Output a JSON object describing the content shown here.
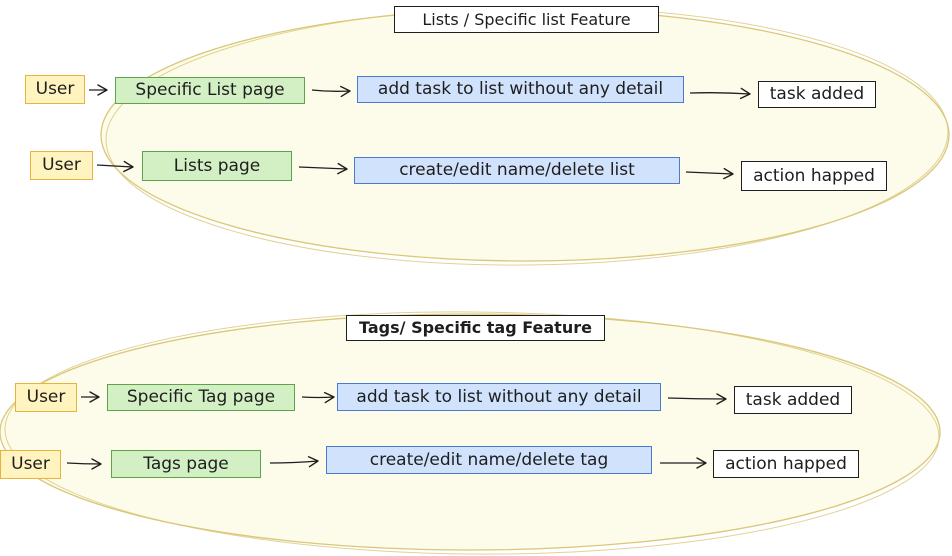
{
  "colors": {
    "ellipse_fill": "#fdfbe9",
    "ellipse_stroke": "#d9c77a",
    "actor_fill": "#fff3bf",
    "actor_stroke": "#e8b339",
    "page_fill": "#d3f0c4",
    "page_stroke": "#5fa34d",
    "action_fill": "#d0e2fc",
    "action_stroke": "#4a7bd1",
    "arrow": "#1e1e1e"
  },
  "lists_feature": {
    "title": "Lists / Specific list Feature",
    "row1": {
      "actor": "User",
      "page": "Specific List page",
      "action": "add task to list without any detail",
      "result": "task added"
    },
    "row2": {
      "actor": "User",
      "page": "Lists page",
      "action": "create/edit name/delete list",
      "result": "action happed"
    }
  },
  "tags_feature": {
    "title": "Tags/ Specific tag Feature",
    "row1": {
      "actor": "User",
      "page": "Specific Tag page",
      "action": "add task to list without any detail",
      "result": "task added"
    },
    "row2": {
      "actor": "User",
      "page": "Tags page",
      "action": "create/edit name/delete tag",
      "result": "action happed"
    }
  }
}
